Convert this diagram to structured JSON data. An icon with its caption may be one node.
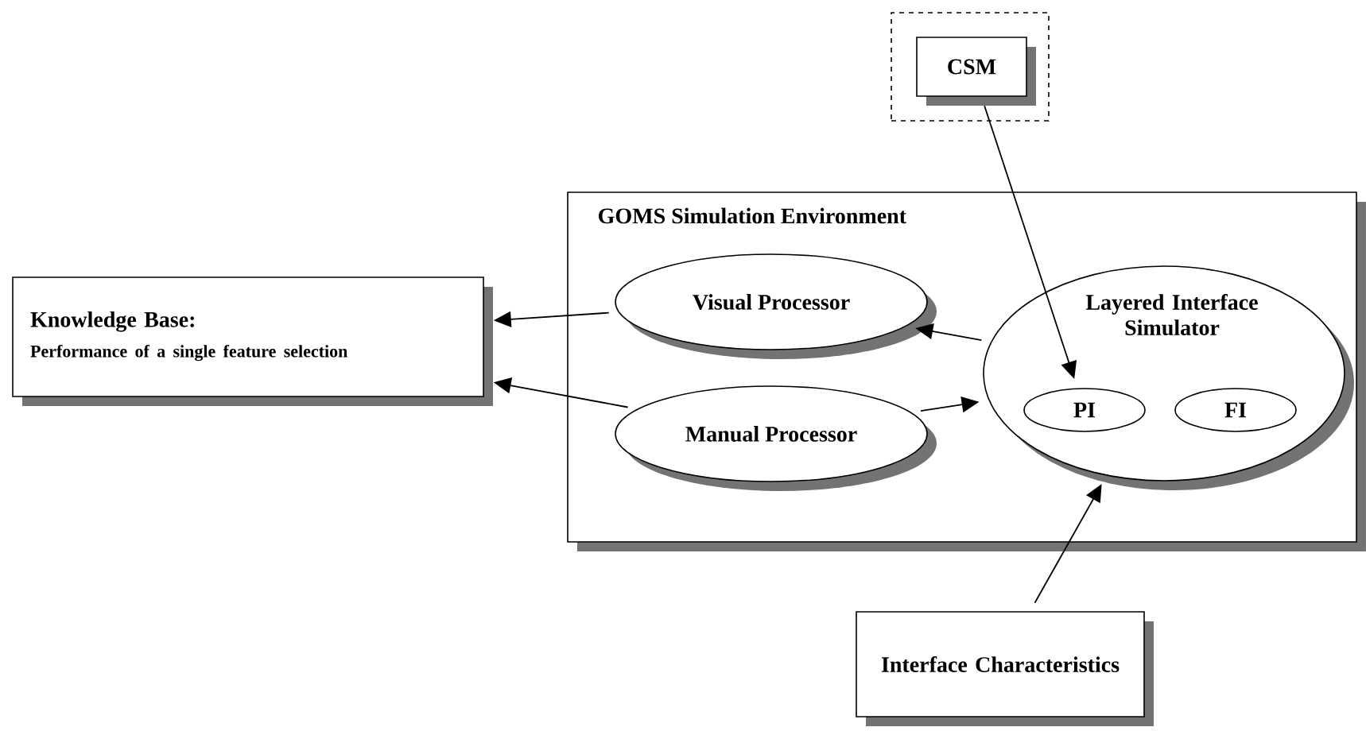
{
  "diagram": {
    "nodes": [
      {
        "text": [],
        "shape": "box"
      },
      {
        "text": [
          "CSM"
        ],
        "in": 0
      },
      {
        "text": [
          "Knowledge Base:",
          "Performance of a single feature selection"
        ]
      },
      {
        "text": [
          "GOMS Simulation Environment"
        ]
      },
      {
        "text": [
          "Visual Processor"
        ],
        "in": 3
      },
      {
        "text": [
          "Manual Processor"
        ],
        "in": 3
      },
      {
        "text": [
          "Layered Interface Simulator"
        ],
        "in": 3
      },
      {
        "text": [
          "PI"
        ],
        "in": 6
      },
      {
        "text": [
          "FI"
        ],
        "in": 6
      },
      {
        "text": [
          "Interface Characteristics"
        ]
      }
    ],
    "edges": [
      {
        "from": 1,
        "to": 7,
        "arrow": "to"
      },
      {
        "from": 4,
        "to": 2,
        "arrow": "to"
      },
      {
        "from": 5,
        "to": 2,
        "arrow": "to"
      },
      {
        "from": 6,
        "to": 4,
        "arrow": "to"
      },
      {
        "from": 5,
        "to": 6,
        "arrow": "to"
      },
      {
        "from": 9,
        "to": 6,
        "arrow": "to"
      }
    ]
  }
}
